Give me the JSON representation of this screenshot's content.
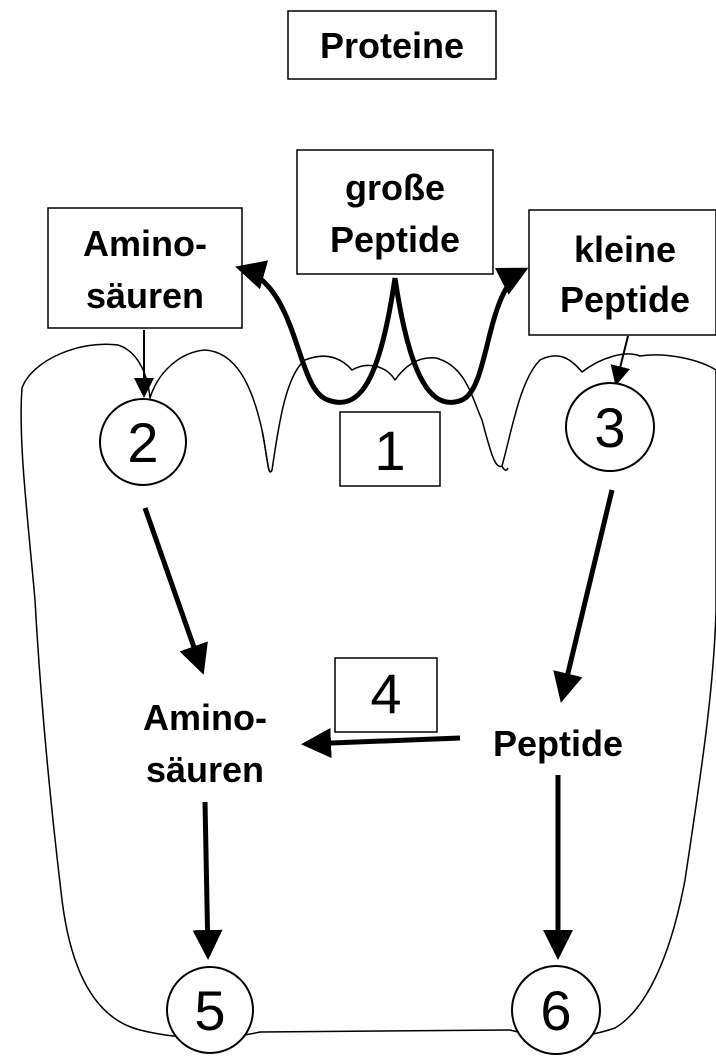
{
  "title": "Proteine",
  "top_box": {
    "line1": "große",
    "line2": "Peptide"
  },
  "left_box": {
    "line1": "Amino-",
    "line2": "säuren"
  },
  "right_box": {
    "line1": "kleine",
    "line2": "Peptide"
  },
  "inner_left": {
    "line1": "Amino-",
    "line2": "säuren"
  },
  "inner_right": "Peptide",
  "steps": {
    "s1": "1",
    "s2": "2",
    "s3": "3",
    "s4": "4",
    "s5": "5",
    "s6": "6"
  }
}
